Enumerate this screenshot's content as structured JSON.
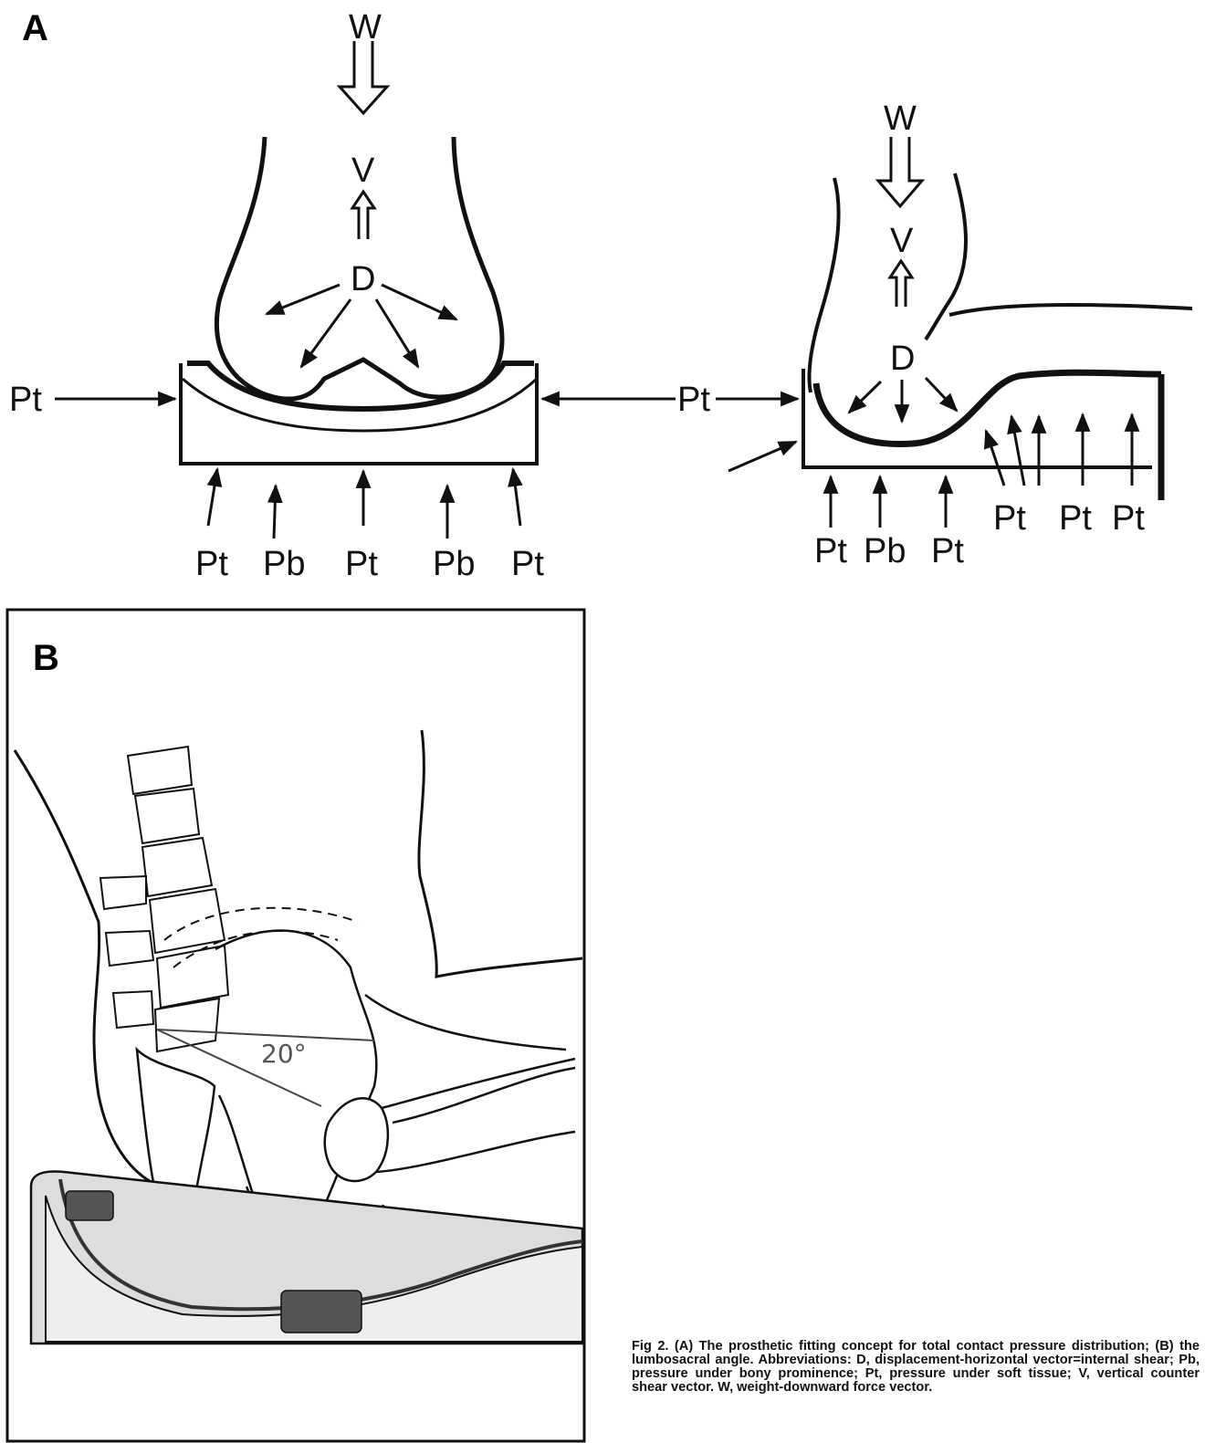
{
  "panel_a": {
    "letter": "A",
    "left_diagram": {
      "w_label": "W",
      "v_label": "V",
      "d_label": "D",
      "side_left_label": "Pt",
      "side_right_label": "Pt",
      "bottom_labels": [
        "Pt",
        "Pb",
        "Pt",
        "Pb",
        "Pt"
      ]
    },
    "right_diagram": {
      "w_label": "W",
      "v_label": "V",
      "d_label": "D",
      "bottom_labels": [
        "Pt",
        "Pb",
        "Pt"
      ],
      "right_labels": [
        "Pt",
        "Pt",
        "Pt"
      ]
    }
  },
  "panel_b": {
    "letter": "B",
    "angle_label": "20°"
  },
  "caption": "Fig 2.   (A) The prosthetic fitting concept for total contact pressure distribution; (B) the lumbosacral angle. Abbreviations: D, displacement-horizontal vector=internal shear; Pb, pressure under bony prominence; Pt, pressure under soft tissue; V, vertical counter shear vector. W, weight-downward force vector."
}
